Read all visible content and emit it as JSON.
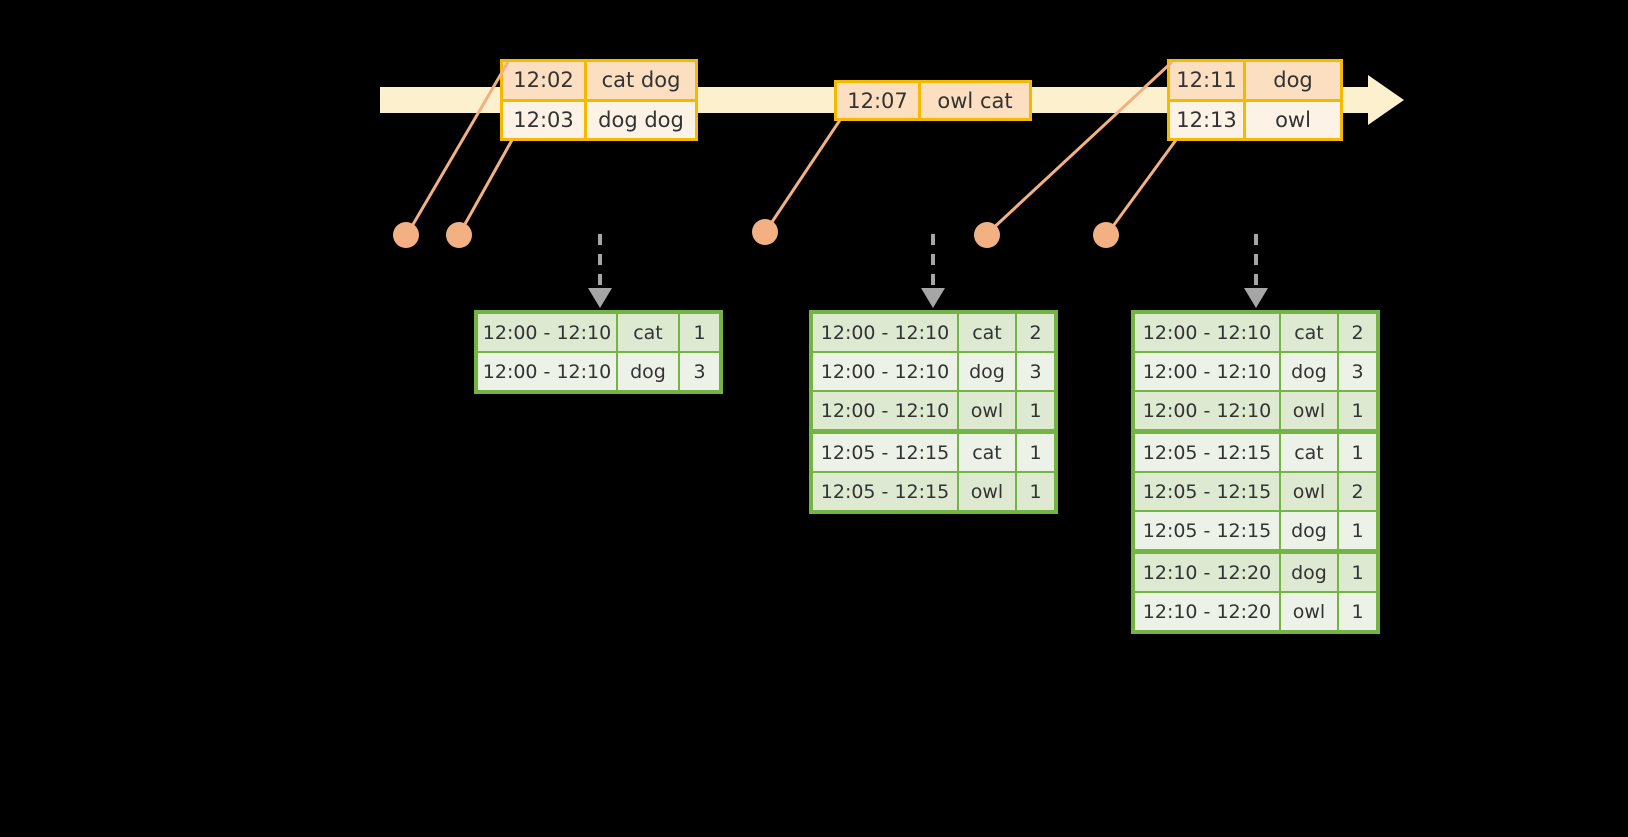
{
  "timeline": {
    "events": [
      {
        "id": "event-group-1",
        "rows": [
          {
            "time": "12:02",
            "value": "cat dog"
          },
          {
            "time": "12:03",
            "value": "dog dog"
          }
        ]
      },
      {
        "id": "event-group-2",
        "rows": [
          {
            "time": "12:07",
            "value": "owl cat"
          }
        ]
      },
      {
        "id": "event-group-3",
        "rows": [
          {
            "time": "12:11",
            "value": "dog"
          },
          {
            "time": "12:13",
            "value": "owl"
          }
        ]
      }
    ]
  },
  "tables": [
    {
      "id": "result-table-1",
      "rows": [
        {
          "window": "12:00 - 12:10",
          "key": "cat",
          "count": "1"
        },
        {
          "window": "12:00 - 12:10",
          "key": "dog",
          "count": "3"
        }
      ]
    },
    {
      "id": "result-table-2",
      "rows": [
        {
          "window": "12:00 - 12:10",
          "key": "cat",
          "count": "2"
        },
        {
          "window": "12:00 - 12:10",
          "key": "dog",
          "count": "3"
        },
        {
          "window": "12:00 - 12:10",
          "key": "owl",
          "count": "1"
        },
        {
          "window": "12:05 - 12:15",
          "key": "cat",
          "count": "1"
        },
        {
          "window": "12:05 - 12:15",
          "key": "owl",
          "count": "1"
        }
      ]
    },
    {
      "id": "result-table-3",
      "rows": [
        {
          "window": "12:00 - 12:10",
          "key": "cat",
          "count": "2"
        },
        {
          "window": "12:00 - 12:10",
          "key": "dog",
          "count": "3"
        },
        {
          "window": "12:00 - 12:10",
          "key": "owl",
          "count": "1"
        },
        {
          "window": "12:05 - 12:15",
          "key": "cat",
          "count": "1"
        },
        {
          "window": "12:05 - 12:15",
          "key": "owl",
          "count": "2"
        },
        {
          "window": "12:05 - 12:15",
          "key": "dog",
          "count": "1"
        },
        {
          "window": "12:10 - 12:20",
          "key": "dog",
          "count": "1"
        },
        {
          "window": "12:10 - 12:20",
          "key": "owl",
          "count": "1"
        }
      ]
    }
  ],
  "colors": {
    "timeline_fill": "#fdf0cd",
    "event_border": "#f5b900",
    "event_fill_dark": "#fbdfc0",
    "event_fill_light": "#fdf2e6",
    "connector": "#f3b183",
    "table_border": "#74b443",
    "table_fill_dark": "#dde9d0",
    "table_fill_light": "#edf2e8",
    "arrow_gray": "#a6a6a6",
    "background": "#000000"
  }
}
